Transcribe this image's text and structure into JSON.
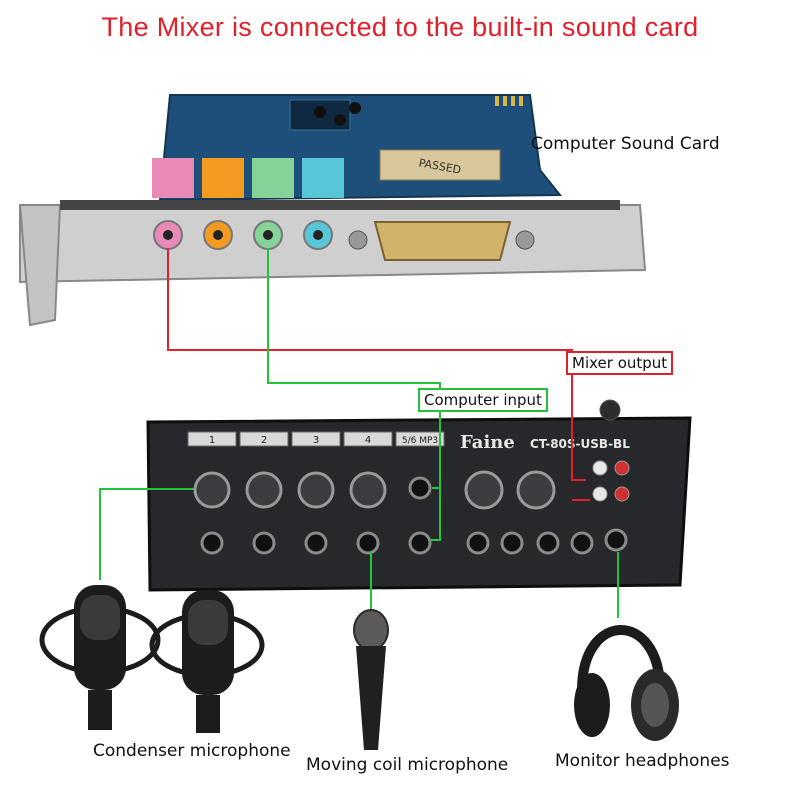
{
  "title": "The Mixer is connected to the built-in sound card",
  "sound_card": {
    "caption": "Computer Sound Card",
    "chip_label": "PASSED",
    "port_colors": [
      "#e889b7",
      "#f59a20",
      "#86d39a",
      "#57c7d8"
    ]
  },
  "mixer": {
    "brand": "Faine",
    "model": "CT-80S-USB-BL",
    "channels": [
      "1",
      "2",
      "3",
      "4",
      "5/6 MP3"
    ]
  },
  "labels": {
    "mixer_output": "Mixer output",
    "computer_input": "Computer input",
    "condenser": "Condenser microphone",
    "moving_coil": "Moving coil microphone",
    "headphones": "Monitor headphones"
  },
  "colors": {
    "title": "#e0202a",
    "red_wire": "#e0202a",
    "green_wire": "#22c43a"
  }
}
